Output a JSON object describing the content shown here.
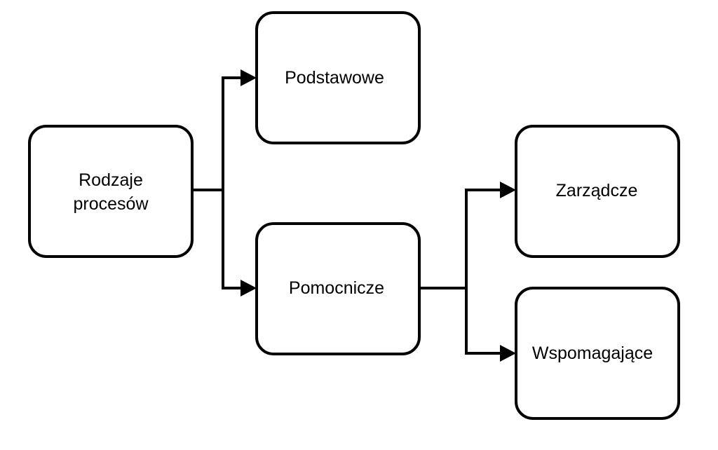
{
  "diagram": {
    "nodes": {
      "root": {
        "line1": "Rodzaje",
        "line2": "procesów"
      },
      "podstawowe": {
        "label": "Podstawowe"
      },
      "pomocnicze": {
        "label": "Pomocnicze"
      },
      "zarzadcze": {
        "label": "Zarządcze"
      },
      "wspomagajace": {
        "label": "Wspomagające"
      }
    },
    "edges": [
      {
        "from": "Rodzaje procesów",
        "to": "Podstawowe"
      },
      {
        "from": "Rodzaje procesów",
        "to": "Pomocnicze"
      },
      {
        "from": "Pomocnicze",
        "to": "Zarządcze"
      },
      {
        "from": "Pomocnicze",
        "to": "Wspomagające"
      }
    ],
    "colors": {
      "stroke": "#000000",
      "fill": "#ffffff",
      "text": "#000000"
    }
  }
}
